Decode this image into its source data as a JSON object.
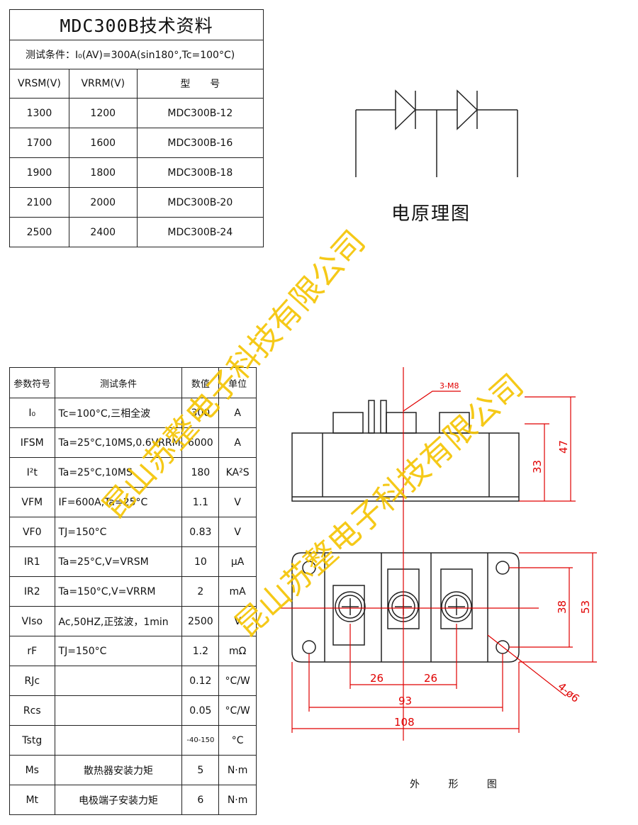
{
  "models": {
    "title": "MDC300B技术资料",
    "condition": "测试条件：I₀(AV)=300A(sin180°,Tc=100°C)",
    "headers": [
      "VRSM(V)",
      "VRRM(V)",
      "型　　号"
    ],
    "rows": [
      [
        "1300",
        "1200",
        "MDC300B-12"
      ],
      [
        "1700",
        "1600",
        "MDC300B-16"
      ],
      [
        "1900",
        "1800",
        "MDC300B-18"
      ],
      [
        "2100",
        "2000",
        "MDC300B-20"
      ],
      [
        "2500",
        "2400",
        "MDC300B-24"
      ]
    ]
  },
  "schematic": {
    "label": "电原理图"
  },
  "params": {
    "headers": [
      "参数符号",
      "测试条件",
      "数值",
      "单位"
    ],
    "rows": [
      [
        "I₀",
        "Tc=100°C,三相全波",
        "300",
        "A"
      ],
      [
        "IFSM",
        "Ta=25°C,10MS,0.6VRRM",
        "6000",
        "A"
      ],
      [
        "I²t",
        "Ta=25°C,10MS",
        "180",
        "KA²S"
      ],
      [
        "VFM",
        "IF=600A,Ta=25°C",
        "1.1",
        "V"
      ],
      [
        "VF0",
        "TJ=150°C",
        "0.83",
        "V"
      ],
      [
        "IR1",
        "Ta=25°C,V=VRSM",
        "10",
        "μA"
      ],
      [
        "IR2",
        "Ta=150°C,V=VRRM",
        "2",
        "mA"
      ],
      [
        "VIso",
        "Ac,50HZ,正弦波，1min",
        "2500",
        "V"
      ],
      [
        "rF",
        "TJ=150°C",
        "1.2",
        "mΩ"
      ],
      [
        "RJc",
        "",
        "0.12",
        "°C/W"
      ],
      [
        "Rcs",
        "",
        "0.05",
        "°C/W"
      ],
      [
        "Tstg",
        "",
        "-40-150",
        "°C"
      ],
      [
        "Ms",
        "散热器安装力矩",
        "5",
        "N·m"
      ],
      [
        "Mt",
        "电极端子安装力矩",
        "6",
        "N·m"
      ]
    ]
  },
  "outline": {
    "label": "外 形 图",
    "dims": {
      "screw": "3-M8",
      "h47": "47",
      "h33": "33",
      "h38": "38",
      "h53": "53",
      "w26a": "26",
      "w26b": "26",
      "w93": "93",
      "w108": "108",
      "holes": "4-ø6"
    }
  },
  "watermark": {
    "line1": "昆山苏整电子科技有限公司",
    "line2": "昆山苏整电子科技有限公司"
  },
  "colors": {
    "dimension": "#e00000",
    "watermark": "#f5c400",
    "line": "#222222"
  }
}
